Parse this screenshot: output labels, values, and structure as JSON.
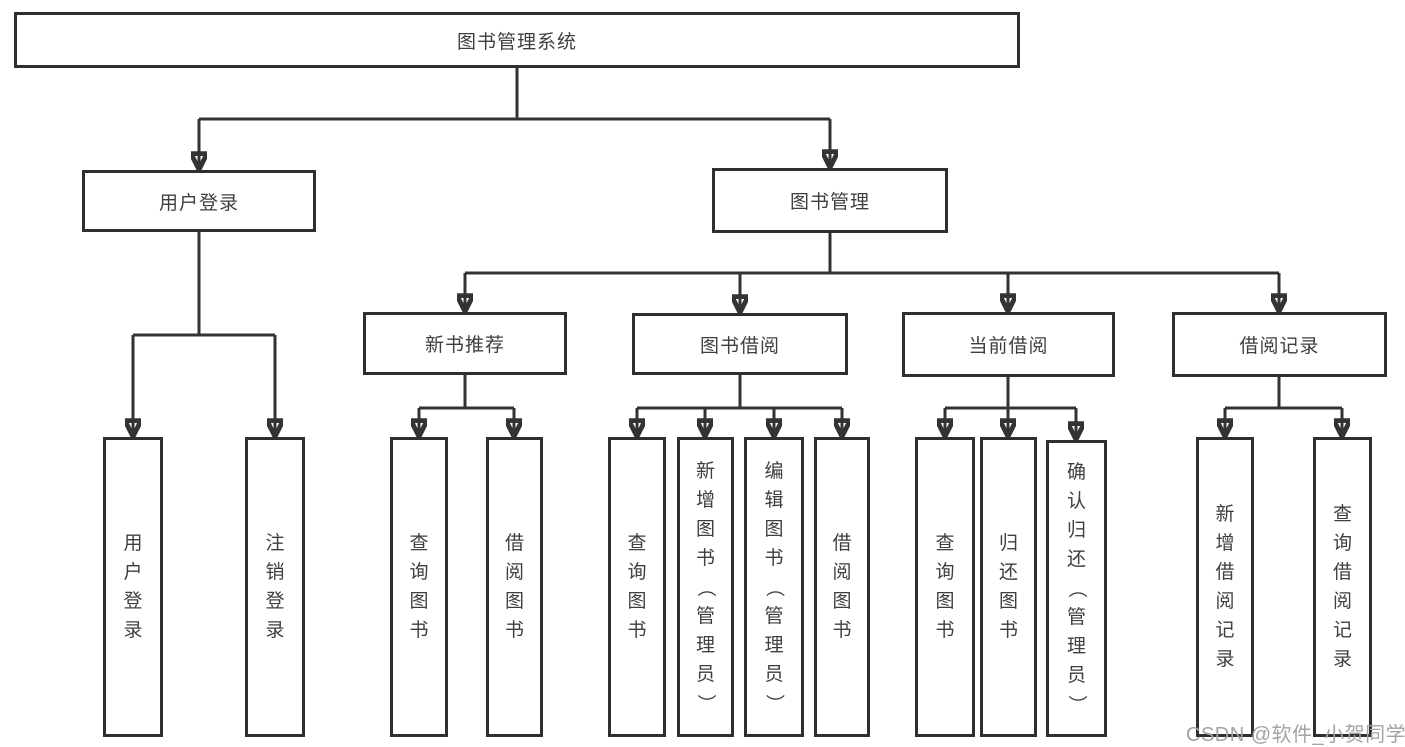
{
  "diagram": {
    "title": "图书管理系统",
    "type": "hierarchy-tree",
    "colors": {
      "line": "#333333",
      "box_border": "#2f2f2f",
      "text": "#3f3f3f",
      "background": "#ffffff",
      "watermark": "#a3a3a3"
    },
    "watermark": "CSDN @软件_小贺同学",
    "nodes": {
      "root": {
        "label": "图书管理系统"
      },
      "user_login": {
        "label": "用户登录"
      },
      "book_mgmt": {
        "label": "图书管理"
      },
      "new_book_rec": {
        "label": "新书推荐"
      },
      "book_borrow": {
        "label": "图书借阅"
      },
      "current_borrow": {
        "label": "当前借阅"
      },
      "borrow_records": {
        "label": "借阅记录"
      },
      "leaf_login": {
        "label": "用户登录"
      },
      "leaf_logout": {
        "label": "注销登录"
      },
      "leaf_nbr_query": {
        "label": "查询图书"
      },
      "leaf_nbr_borrow": {
        "label": "借阅图书"
      },
      "leaf_bb_query": {
        "label": "查询图书"
      },
      "leaf_bb_add": {
        "label": "新增图书（管理员）"
      },
      "leaf_bb_edit": {
        "label": "编辑图书（管理员）"
      },
      "leaf_bb_borrow": {
        "label": "借阅图书"
      },
      "leaf_cb_query": {
        "label": "查询图书"
      },
      "leaf_cb_return": {
        "label": "归还图书"
      },
      "leaf_cb_confirm": {
        "label": "确认归还（管理员）"
      },
      "leaf_br_add": {
        "label": "新增借阅记录"
      },
      "leaf_br_query": {
        "label": "查询借阅记录"
      }
    },
    "edges": [
      "图书管理系统→用户登录",
      "图书管理系统→图书管理",
      "用户登录→用户登录",
      "用户登录→注销登录",
      "图书管理→新书推荐",
      "图书管理→图书借阅",
      "图书管理→当前借阅",
      "图书管理→借阅记录",
      "新书推荐→查询图书",
      "新书推荐→借阅图书",
      "图书借阅→查询图书",
      "图书借阅→新增图书（管理员）",
      "图书借阅→编辑图书（管理员）",
      "图书借阅→借阅图书",
      "当前借阅→查询图书",
      "当前借阅→归还图书",
      "当前借阅→确认归还（管理员）",
      "借阅记录→新增借阅记录",
      "借阅记录→查询借阅记录"
    ]
  }
}
